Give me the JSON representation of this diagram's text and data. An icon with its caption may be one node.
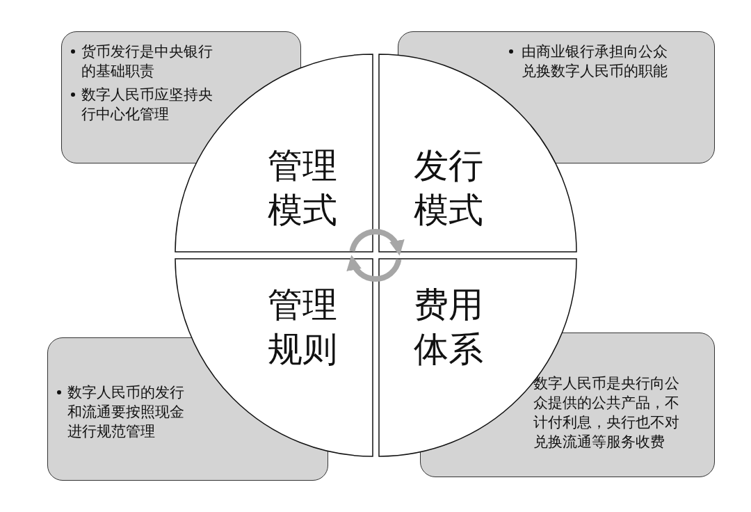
{
  "diagram": {
    "nodes": [
      {
        "text": [
          "货币发行是中央银行的基础职责",
          "数字人民币应坚持央行中心化管理"
        ]
      },
      {
        "text": [
          "由商业银行承担向公众兑换数字人民币的职能"
        ]
      },
      {
        "text": [
          "管理模式"
        ]
      },
      {
        "text": [
          "发行模式"
        ]
      },
      {
        "text": [
          "管理规则"
        ]
      },
      {
        "text": [
          "费用体系"
        ]
      },
      {
        "text": [
          "数字人民币的发行和流通要按照现金进行规范管理"
        ]
      },
      {
        "text": [
          "数字人民币是央行向公众提供的公共产品，不计付利息，央行也不对兑换流通等服务收费"
        ]
      }
    ],
    "edges": [
      {
        "from": 2,
        "to": 3,
        "arrow": "to"
      },
      {
        "from": 5,
        "to": 4,
        "arrow": "to"
      }
    ]
  }
}
